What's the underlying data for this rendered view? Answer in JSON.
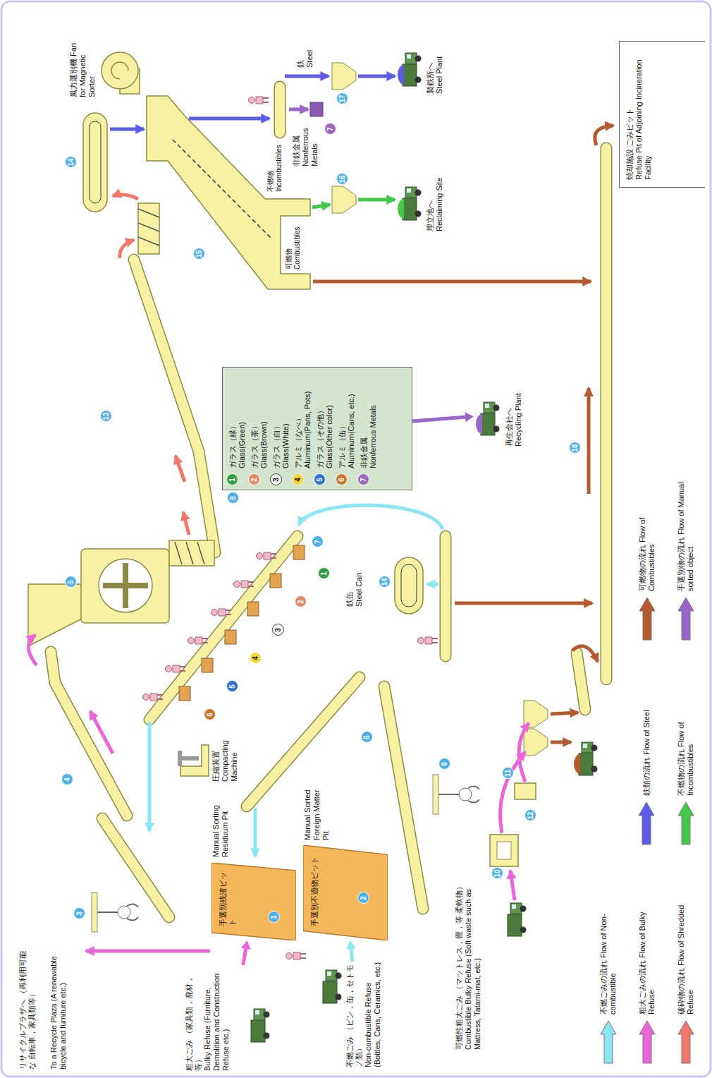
{
  "diagram": {
    "nodes": [
      {
        "text": [
          "Manual Sorting Residuum Pit",
          "手選別残渣ピット"
        ]
      },
      {
        "text": [
          "Manual Sorted Foreign Matter Pit",
          "手選別不適物ピット"
        ]
      },
      {
        "text": [
          "ガラス（緑）",
          "Glass(Green)",
          "ガラス（茶）",
          "Glass(Brown)",
          "ガラス（白）",
          "Glass(White)",
          "アルミ（なべ）",
          "Aluminum(Pans, Pots)",
          "ガラス（その他）",
          "Glass(Other color)",
          "アルミ（缶）",
          "Aluminum(Cans, etc.)",
          "非鉄金属",
          "Nonferrous Metals"
        ]
      },
      {
        "text": [
          "粗大ごみ （家具類，廃材，等）",
          "Bulky Refuse (Furniture, Demolition and Construction Refuse etc.)"
        ]
      },
      {
        "text": [
          "不燃ごみ （ビン，缶，セトモノ類）",
          "Non-combustible Refuse (Bottles, Cans, Ceramics, etc.)"
        ]
      },
      {
        "text": [
          "可燃性粗大ごみ （マットレス，畳，等 柔軟物）",
          "Combustible Bulky Refuse (Soft waste such as Mattress, Tatami-mat, etc.)"
        ]
      },
      {
        "text": [
          "再生会社へ",
          "Recycling Plant"
        ]
      },
      {
        "text": [
          "製鉄所へ",
          "Steel Plant"
        ]
      },
      {
        "text": [
          "埋立地へ",
          "Reclaiming Site"
        ]
      },
      {
        "text": [
          "焼却施設 ごみピット",
          "Refuse Pit of Adjoining Incineration Facility"
        ]
      }
    ],
    "edges": [
      {
        "from": 3,
        "to": 0,
        "arrow": "to"
      },
      {
        "from": 4,
        "to": 1,
        "arrow": "to"
      },
      {
        "from": 2,
        "to": 6,
        "arrow": "to"
      }
    ],
    "labels": [
      "リサイクルプラザへ （再利用可能な 自転車，家具類等）",
      "To a Recycle Plaza (A renewable bicycle and furniture etc.)",
      "風力選別機 Fan for Magnetic Sorter",
      "鉄 Steel",
      "非鉄金属 Nonferrous Metals",
      "不燃物 Incombustibles",
      "可燃物 Combustibles",
      "圧縮装置 Compacting Machine",
      "鉄缶 Steel Can",
      "3",
      "4",
      "5",
      "1",
      "2",
      "6",
      "7",
      "8",
      "9",
      "10",
      "11",
      "12",
      "13",
      "14",
      "14",
      "15",
      "16",
      "17",
      "18",
      "1",
      "2",
      "3",
      "4",
      "5",
      "6",
      "7",
      "1",
      "2",
      "3",
      "4",
      "5",
      "6",
      "7"
    ],
    "legend": [
      {
        "text": "不燃ごみの流れ Flow of Non-combustible",
        "color": "#8de4f2"
      },
      {
        "text": "粗大ごみの流れ Flow of Bulky Refuse",
        "color": "#e866d8"
      },
      {
        "text": "破砕物の流れ Flow of Shredded Refuse",
        "color": "#f0786a"
      },
      {
        "text": "鉄類の流れ Flow of Steel",
        "color": "#5c5ce6"
      },
      {
        "text": "不燃物の流れ Flow of Incombustibles",
        "color": "#44c84a"
      },
      {
        "text": "可燃物の流れ Flow of Combustibles",
        "color": "#b35a2e"
      },
      {
        "text": "手選別物の流れ Flow of Manual sorted object",
        "color": "#9966cc"
      }
    ]
  }
}
